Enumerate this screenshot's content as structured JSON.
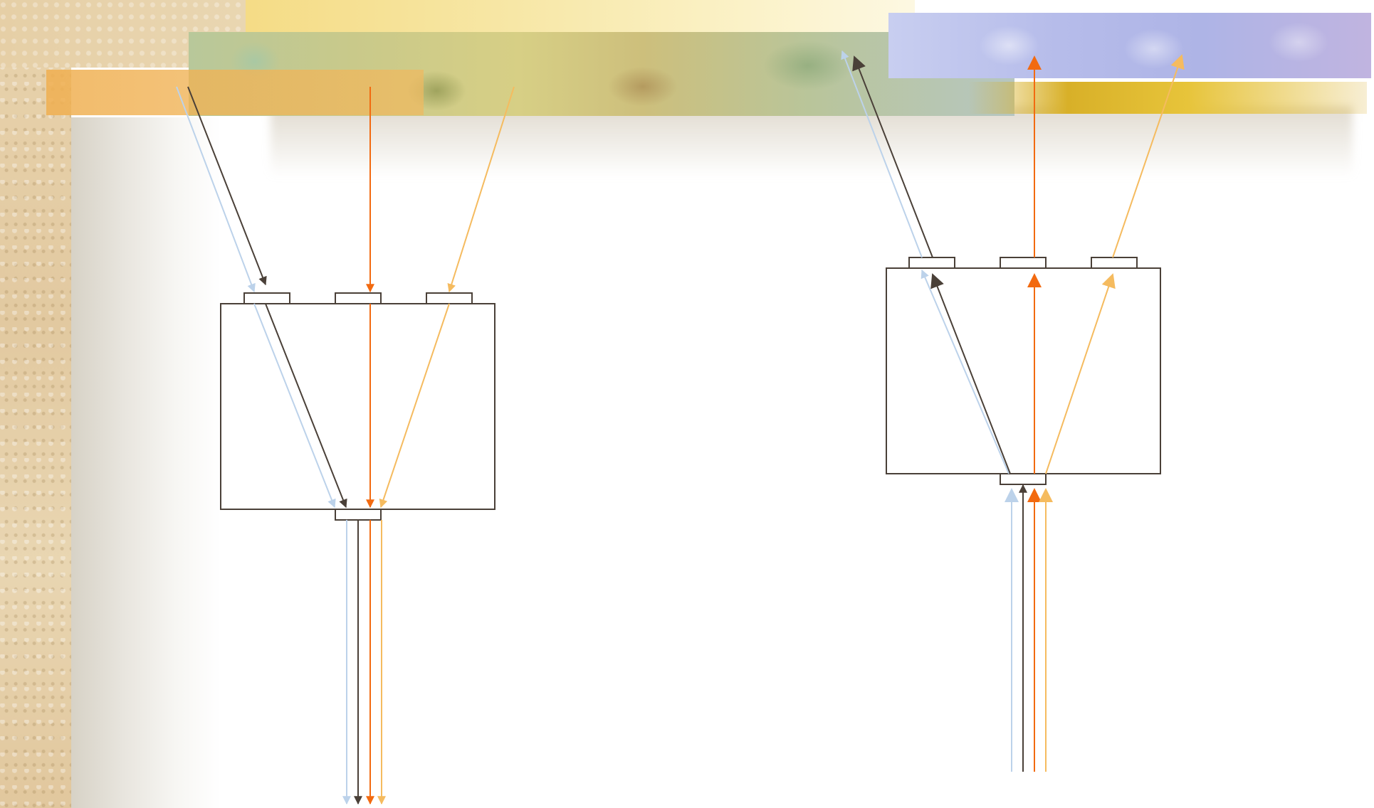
{
  "colors": {
    "background": "#ffffff",
    "box_stroke": "#4a4038",
    "arrow_light_blue": "#bcd2ea",
    "arrow_dark": "#4a4038",
    "arrow_orange": "#f26a10",
    "arrow_light_orange": "#f5bb5f"
  },
  "diagrams": [
    {
      "name": "left-diagram",
      "box_type": "box with three ports on top and one port on bottom",
      "flow_direction": "down",
      "arrows": [
        "light-blue",
        "dark",
        "orange",
        "light-orange"
      ]
    },
    {
      "name": "right-diagram",
      "box_type": "box with three ports on top and one port on bottom",
      "flow_direction": "up",
      "arrows": [
        "light-blue",
        "dark",
        "orange",
        "light-orange"
      ]
    }
  ]
}
